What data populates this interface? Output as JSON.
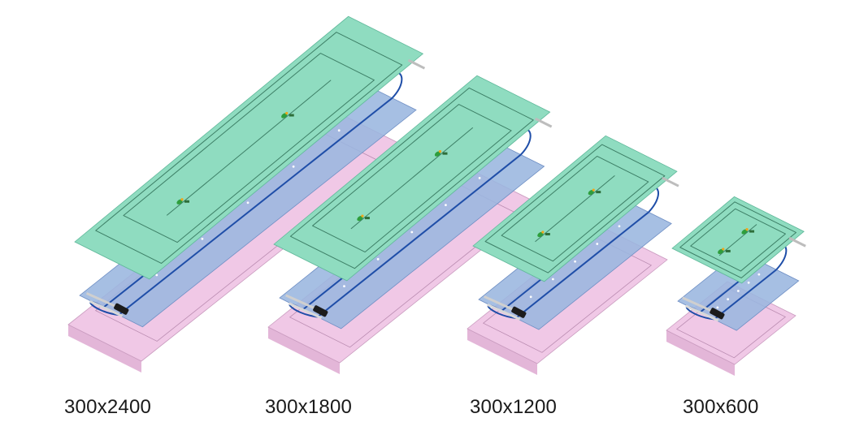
{
  "colors": {
    "top_panel": "#8fdcc0",
    "top_panel_edge": "#5fb89a",
    "mid_panel": "#9ab6df",
    "mid_panel_edge": "#6f8fc4",
    "base_panel": "#f0c8e6",
    "base_panel_side": "#d9a8cf",
    "tube": "#1f4ea8",
    "logo_leaf": "#2e9e3c",
    "logo_dot": "#f2a51a"
  },
  "panels": [
    {
      "caption": "300x2400"
    },
    {
      "caption": "300x1800"
    },
    {
      "caption": "300x1200"
    },
    {
      "caption": "300x600"
    }
  ]
}
